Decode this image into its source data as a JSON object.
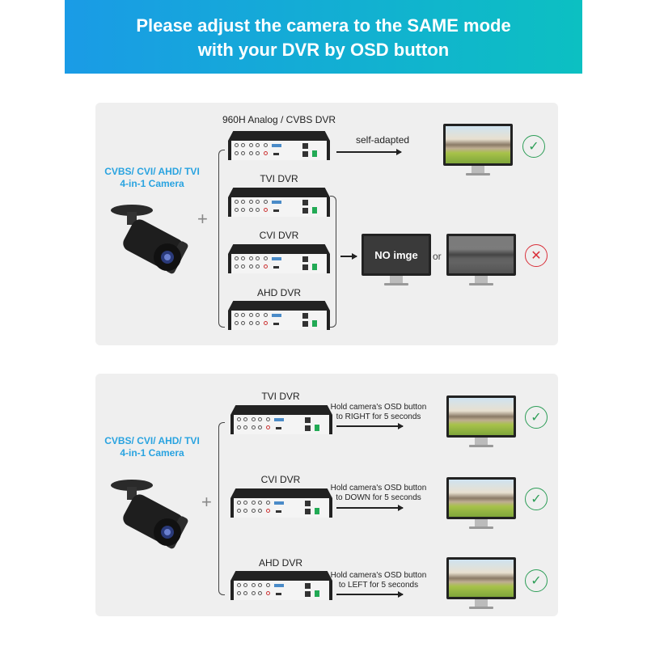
{
  "header": {
    "line1": "Please adjust the camera to the SAME mode",
    "line2": "with your DVR by OSD button"
  },
  "camera_label": {
    "line1": "CVBS/ CVI/ AHD/ TVI",
    "line2": "4-in-1 Camera"
  },
  "plus": "+",
  "panel1": {
    "dvrs": [
      "960H Analog / CVBS DVR",
      "TVI DVR",
      "CVI DVR",
      "AHD DVR"
    ],
    "self_adapted": "self-adapted",
    "no_image": "NO imge",
    "or": "or",
    "check": "✓",
    "cross": "✕"
  },
  "panel2": {
    "rows": [
      {
        "dvr": "TVI DVR",
        "note1": "Hold camera's OSD button",
        "note2": "to RIGHT for 5 seconds"
      },
      {
        "dvr": "CVI DVR",
        "note1": "Hold camera's OSD button",
        "note2": "to DOWN for 5 seconds"
      },
      {
        "dvr": "AHD DVR",
        "note1": "Hold camera's OSD button",
        "note2": "to LEFT for 5 seconds"
      }
    ],
    "check": "✓"
  },
  "colors": {
    "accent": "#29a3e0",
    "ok": "#2e9e58",
    "bad": "#d9303a"
  }
}
